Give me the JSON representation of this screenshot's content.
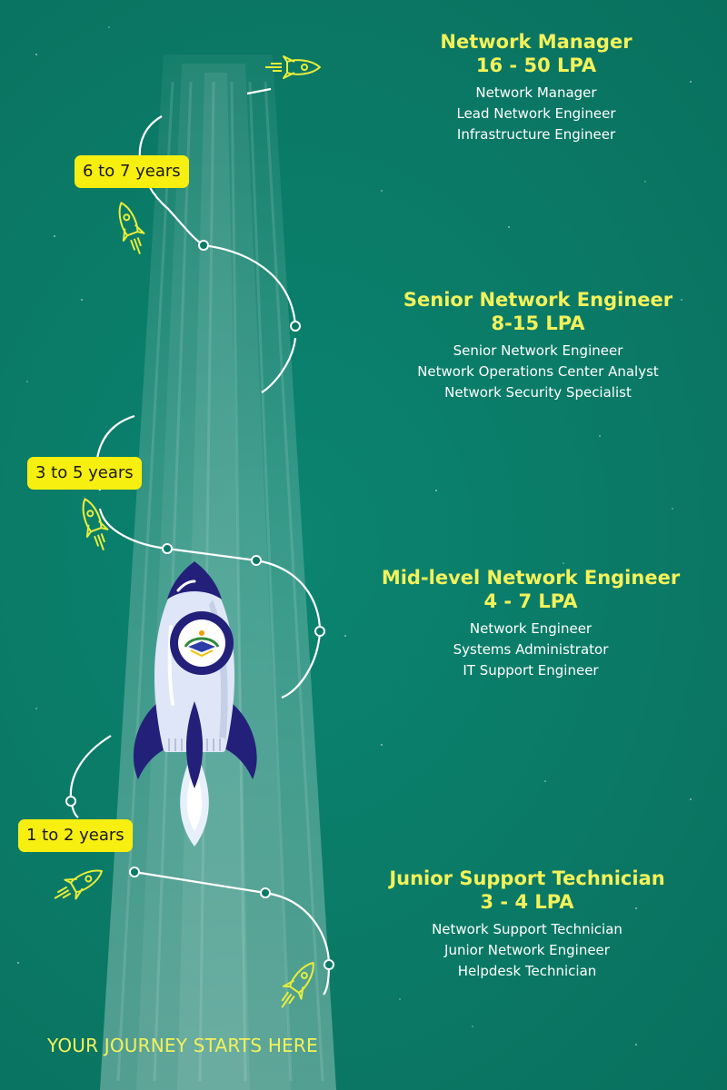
{
  "levels": [
    {
      "title": "Network Manager",
      "salary": "16 - 50 LPA",
      "roles": [
        "Network Manager",
        "Lead Network Engineer",
        "Infrastructure Engineer"
      ]
    },
    {
      "title": "Senior Network Engineer",
      "salary": "8-15 LPA",
      "roles": [
        "Senior Network Engineer",
        "Network Operations Center Analyst",
        "Network Security Specialist"
      ]
    },
    {
      "title": "Mid-level Network Engineer",
      "salary": "4 - 7 LPA",
      "roles": [
        "Network Engineer",
        "Systems Administrator",
        "IT Support Engineer"
      ]
    },
    {
      "title": "Junior Support Technician",
      "salary": "3 - 4 LPA",
      "roles": [
        "Network Support Technician",
        "Junior Network Engineer",
        "Helpdesk Technician"
      ]
    }
  ],
  "milestones": [
    "6 to 7 years",
    "3 to 5 years",
    "1 to 2 years"
  ],
  "footer": "YOUR JOURNEY STARTS HERE",
  "colors": {
    "background": "#0a7a66",
    "accent": "#f3f25a",
    "pill": "#f7ef10",
    "rocket_body": "#dfe6f7",
    "rocket_dark": "#23207a"
  },
  "icons": [
    "rocket-icon",
    "mini-rocket-icon",
    "logo-emblem-icon"
  ]
}
